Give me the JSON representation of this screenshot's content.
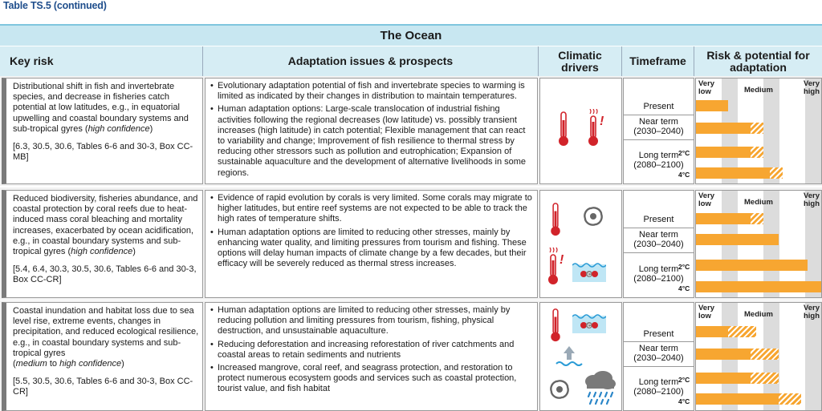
{
  "caption": "Table TS.5 (continued)",
  "section_title": "The Ocean",
  "headers": {
    "key_risk": "Key risk",
    "adaptation": "Adaptation issues & prospects",
    "drivers": "Climatic drivers",
    "timeframe": "Timeframe",
    "risk_potential": "Risk & potential for adaptation"
  },
  "scale_labels": {
    "very_low": "Very low",
    "medium": "Medium",
    "very_high": "Very high"
  },
  "timeframes": {
    "present": "Present",
    "near_term": "Near term",
    "near_years": "(2030–2040)",
    "long_term": "Long term",
    "long_years": "(2080–2100)",
    "deg2": "2°C",
    "deg4": "4°C"
  },
  "rows": [
    {
      "risk_text": "Distributional shift in fish and invertebrate species, and decrease in fisheries catch potential at low latitudes, e.g., in equatorial upwelling and coastal boundary systems and sub-tropical gyres",
      "confidence": "high confidence",
      "refs": "[6.3, 30.5, 30.6, Tables 6-6 and 30-3, Box CC-MB]",
      "bullets": [
        "Evolutionary adaptation potential of fish and invertebrate species to warming is limited as indicated by their changes in distribution to maintain temperatures.",
        "Human adaptation options: Large-scale translocation of industrial fishing activities following the regional decreases (low latitude) vs. possibly transient increases (high latitude) in catch potential; Flexible management that can react to variability and change; Improvement of fish resilience to thermal stress by reducing other stressors such as pollution and eutrophication; Expansion of sustainable aquaculture and the development of alternative livelihoods in some regions."
      ],
      "drivers": [
        "warming-trend-icon",
        "extreme-temperature-icon"
      ],
      "risk_levels": [
        {
          "solid": 0.25,
          "hatch": 0.0
        },
        {
          "solid": 0.43,
          "hatch": 0.1
        },
        {
          "solid": 0.43,
          "hatch": 0.1
        },
        {
          "solid": 0.58,
          "hatch": 0.1
        }
      ]
    },
    {
      "risk_text": "Reduced biodiversity, fisheries abundance, and coastal protection by coral reefs due to heat-induced mass coral bleaching and mortality increases, exacerbated by ocean acidification, e.g., in coastal boundary systems and sub-tropical gyres",
      "confidence": "high confidence",
      "refs": "[5.4, 6.4, 30.3, 30.5, 30.6, Tables 6-6 and 30-3, Box CC-CR]",
      "bullets": [
        "Evidence of rapid evolution by corals is very limited. Some corals may migrate to higher latitudes, but entire reef systems are not expected to be able to track the high rates of temperature shifts.",
        "Human adaptation options are limited to reducing other stresses, mainly by enhancing water quality, and limiting pressures from tourism and fishing. These options will delay human impacts of climate change by a few decades, but their efficacy will be severely reduced as thermal stress increases."
      ],
      "drivers": [
        "warming-trend-icon",
        "cyclone-icon",
        "extreme-temperature-icon",
        "ocean-acidification-icon"
      ],
      "risk_levels": [
        {
          "solid": 0.43,
          "hatch": 0.1
        },
        {
          "solid": 0.65,
          "hatch": 0.0
        },
        {
          "solid": 0.88,
          "hatch": 0.0
        },
        {
          "solid": 1.0,
          "hatch": 0.0
        }
      ]
    },
    {
      "risk_text": "Coastal inundation and habitat loss due to sea level rise, extreme events, changes in precipitation, and reduced ecological resilience, e.g., in coastal boundary systems and sub-tropical gyres",
      "confidence_prefix": "(",
      "confidence": "medium",
      "confidence_mid": " to ",
      "confidence2": "high confidence",
      "confidence_suffix": ")",
      "refs": "[5.5, 30.5, 30.6, Tables 6-6 and 30-3, Box CC-CR]",
      "bullets": [
        "Human adaptation options are limited to reducing other stresses, mainly by reducing pollution and limiting pressures from tourism, fishing, physical destruction, and unsustainable aquaculture.",
        "Reducing deforestation and increasing reforestation of river catchments and coastal areas to retain sediments and nutrients",
        "Increased mangrove, coral reef, and seagrass protection, and restoration to protect numerous ecosystem goods and services such as coastal protection, tourist value, and fish habitat"
      ],
      "drivers": [
        "warming-trend-icon",
        "ocean-acidification-icon",
        "sea-level-icon",
        "cyclone-icon",
        "precipitation-icon"
      ],
      "risk_levels": [
        {
          "solid": 0.25,
          "hatch": 0.22
        },
        {
          "solid": 0.43,
          "hatch": 0.22
        },
        {
          "solid": 0.43,
          "hatch": 0.22
        },
        {
          "solid": 0.65,
          "hatch": 0.18
        }
      ]
    }
  ],
  "colors": {
    "ocean_header": "#c8e7f1",
    "column_header": "#d6edf4",
    "risk_bar": "#f7a631",
    "thermometer": "#d1232a",
    "caption": "#1f4e8c"
  }
}
